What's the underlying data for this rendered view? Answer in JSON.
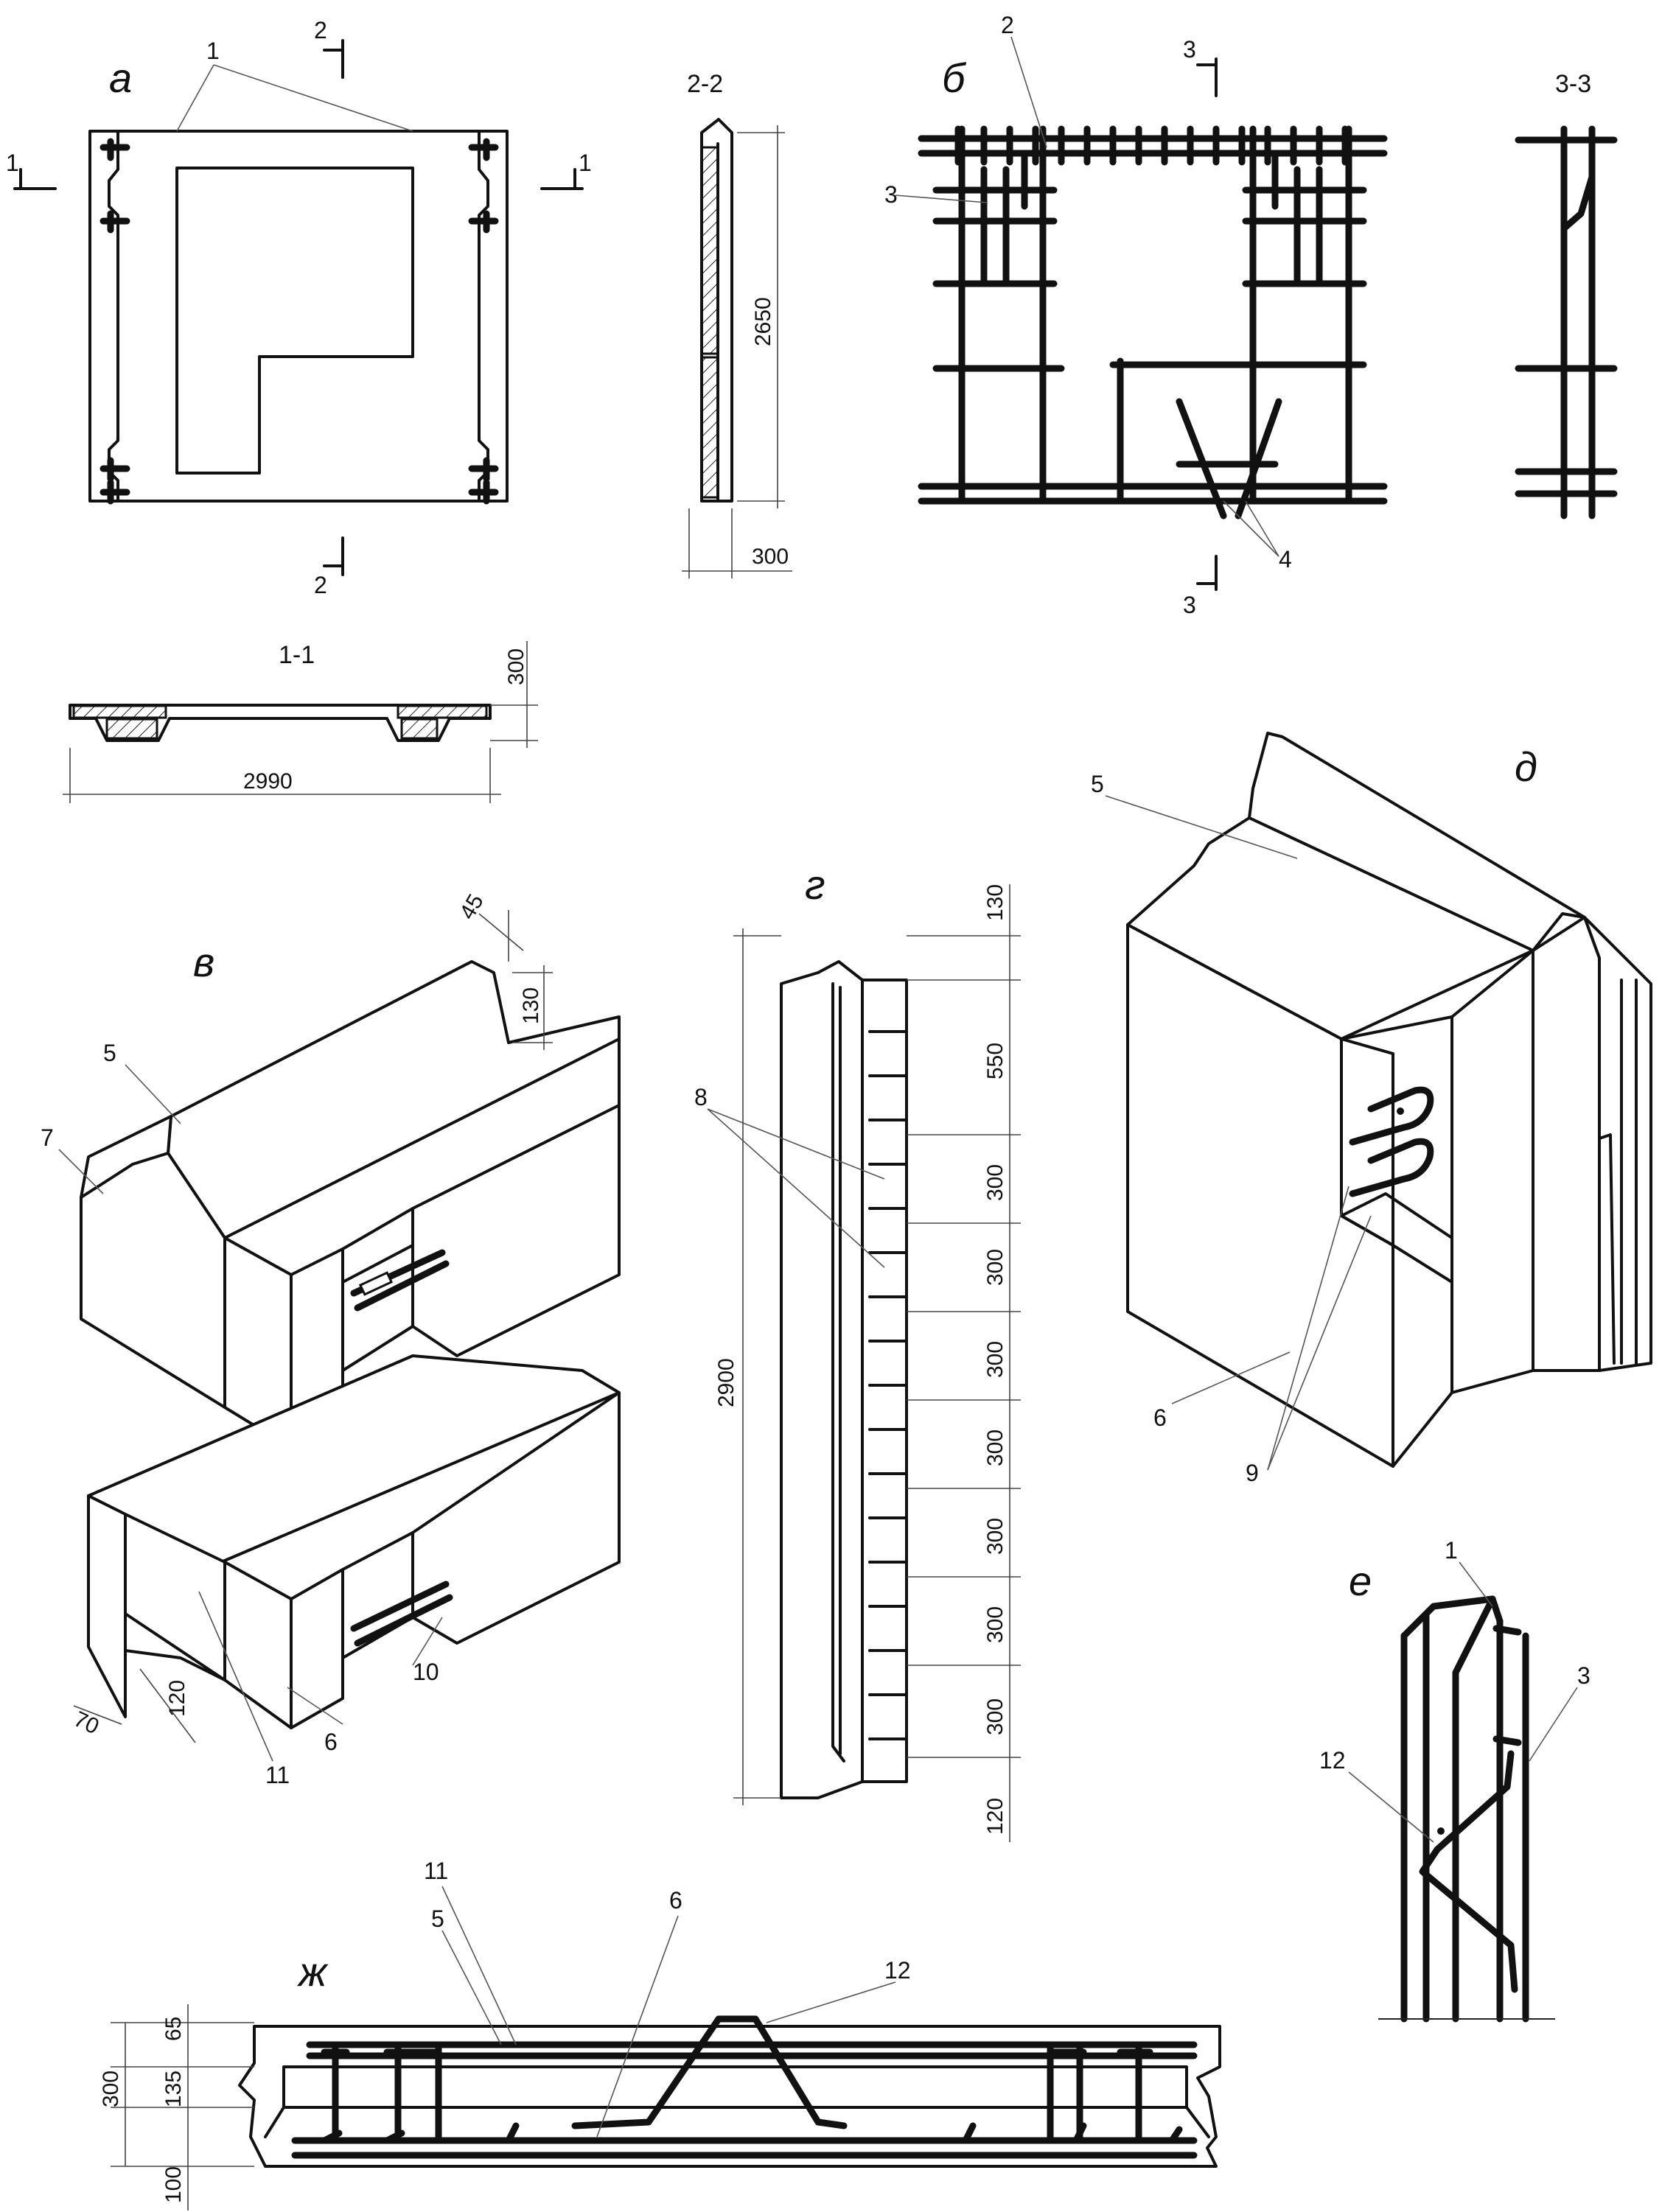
{
  "panels": {
    "a": "а",
    "b": "б",
    "v": "в",
    "g": "г",
    "d": "д",
    "e": "е",
    "zh": "ж"
  },
  "sections": {
    "s11": "1-1",
    "s22": "2-2",
    "s33": "3-3"
  },
  "marks": {
    "one": "1",
    "two": "2",
    "three": "3"
  },
  "callouts": {
    "c1": "1",
    "c2": "2",
    "c3": "3",
    "c4": "4",
    "c5": "5",
    "c6": "6",
    "c7": "7",
    "c8": "8",
    "c9": "9",
    "c10": "10",
    "c11": "11",
    "c12": "12"
  },
  "dims": {
    "d2650": "2650",
    "d300": "300",
    "d2990": "2990",
    "d45": "45",
    "d130": "130",
    "d70": "70",
    "d120": "120",
    "d550": "550",
    "d2900": "2900",
    "d65": "65",
    "d135": "135",
    "d100": "100"
  }
}
